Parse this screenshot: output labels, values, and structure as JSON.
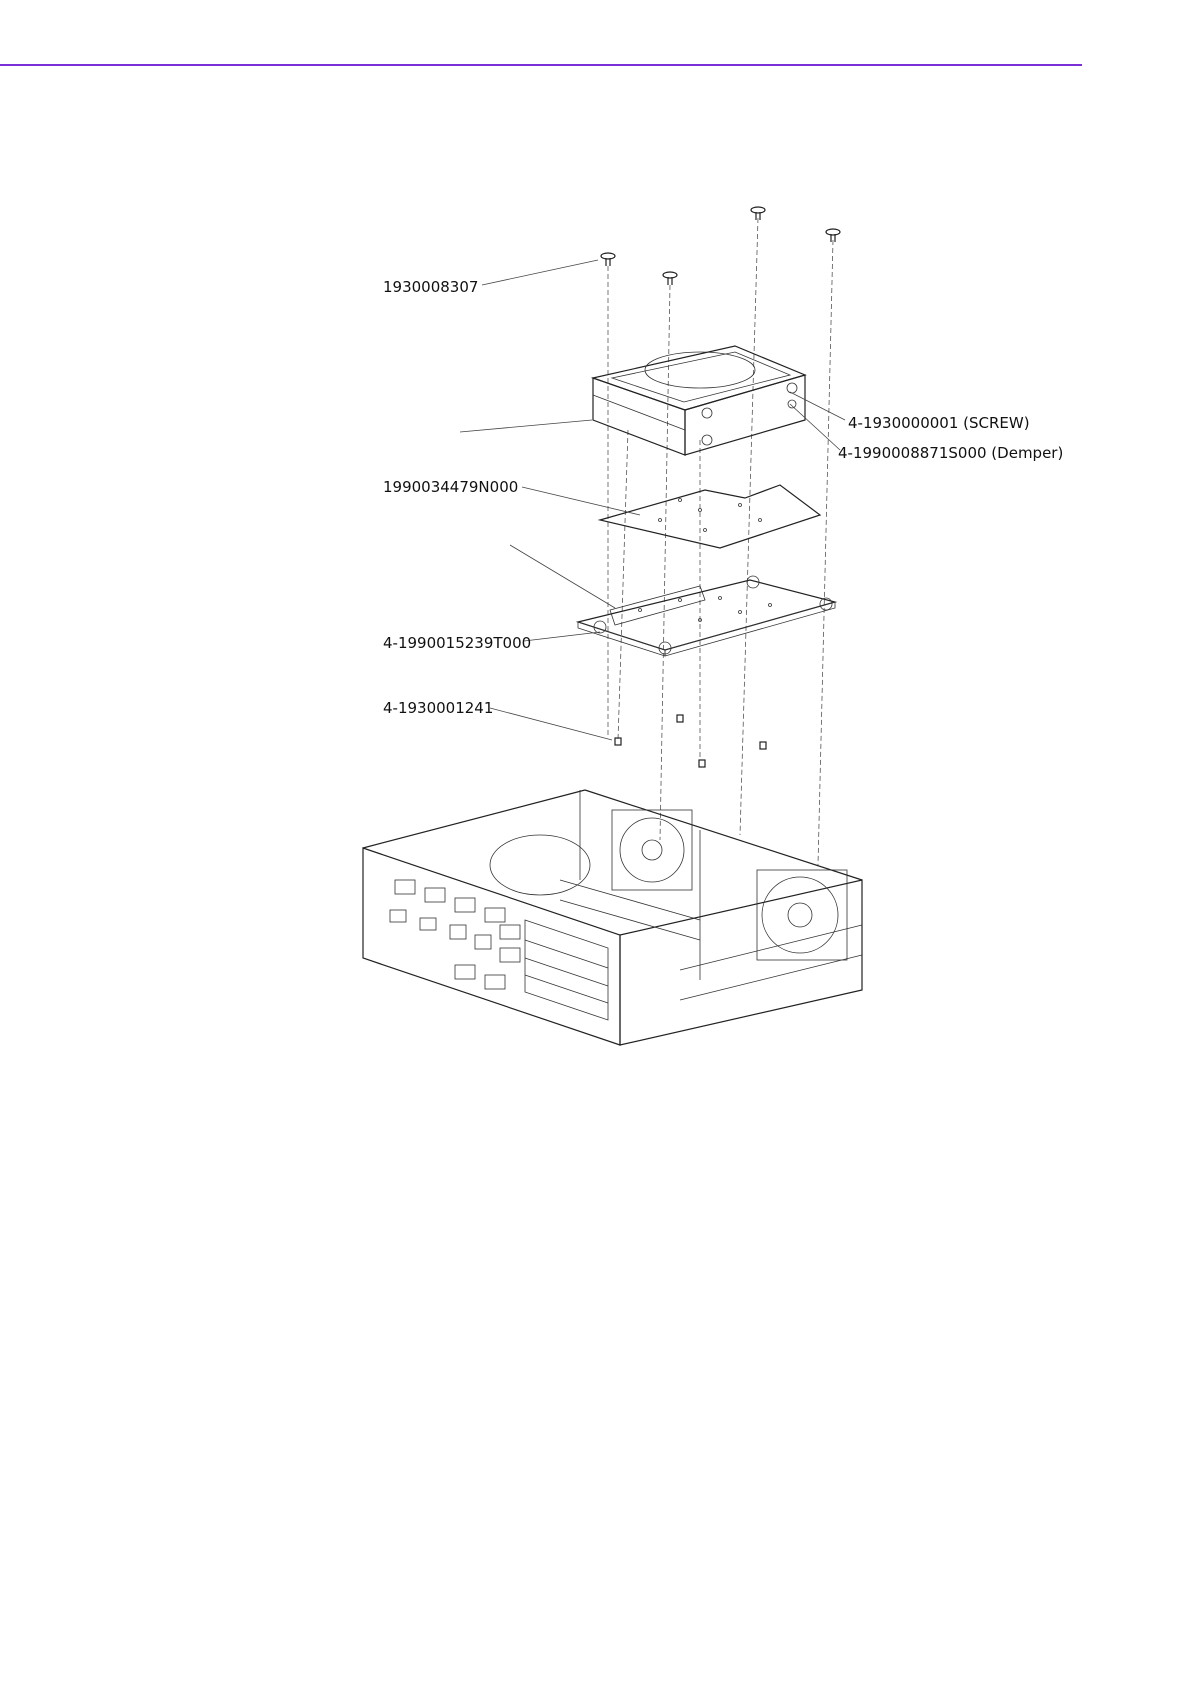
{
  "header": {
    "rule_color": "#7b2fd6"
  },
  "diagram": {
    "callouts": {
      "screw_top": "1930008307",
      "hdd_screw": "4-1930000001 (SCREW)",
      "hdd_damper": "4-1990008871S000 (Demper)",
      "insulator_sheet": "1990034479N000",
      "bracket": "4-1990015239T000",
      "bracket_screw": "4-1930001241"
    }
  }
}
